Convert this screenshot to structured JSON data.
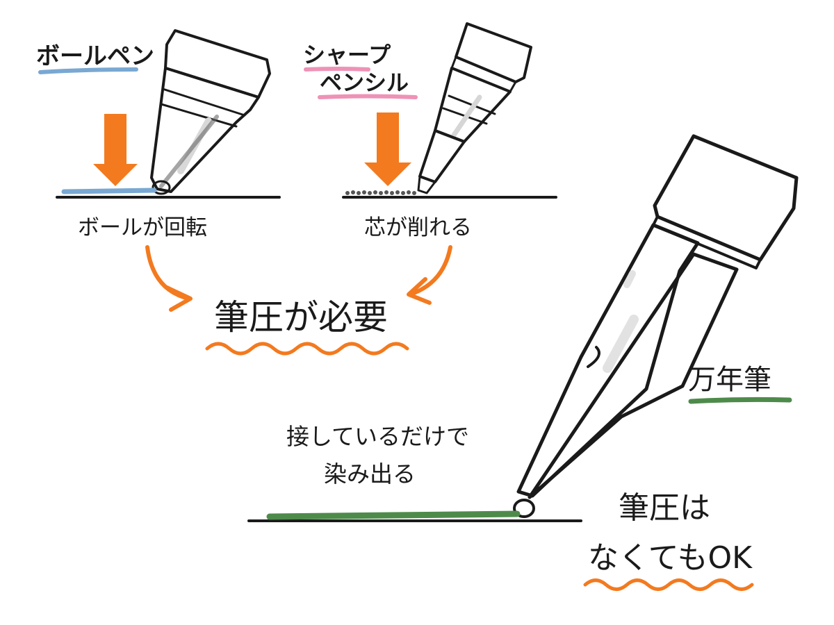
{
  "labels": {
    "ballpoint_title": "ボールペン",
    "mechpencil_title_line1": "シャープ",
    "mechpencil_title_line2": "ペンシル",
    "ballpoint_caption": "ボールが回転",
    "mechpencil_caption": "芯が削れる",
    "pressure_needed": "筆圧が必要",
    "fountain_title": "万年筆",
    "contact_line1": "接しているだけで",
    "contact_line2": "染み出る",
    "no_pressure_line1": "筆圧は",
    "no_pressure_line2": "なくてもOK"
  },
  "colors": {
    "ballpoint": "#79A8D2",
    "mechpencil": "#EE92B6",
    "fountain": "#4E8B4B",
    "accent": "#F37A1F",
    "metal": "#A9A9A9",
    "metal_dark": "#5B5B5B",
    "ink": "#1a1a1a"
  },
  "icons": [
    "down-arrow-icon",
    "curved-arrow-icon"
  ]
}
